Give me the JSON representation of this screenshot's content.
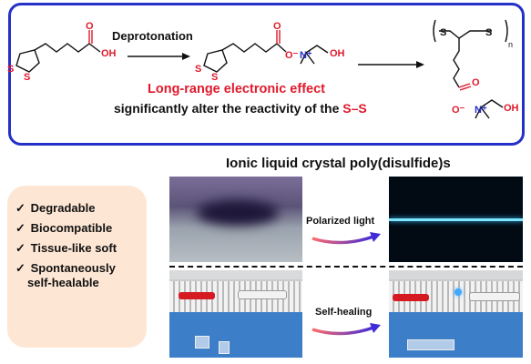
{
  "scheme": {
    "step_label": "Deprotonation",
    "effect_label": "Long-range electronic effect",
    "alter_text": "significantly alter the reactivity of the",
    "alter_bond": "S–S",
    "atoms": {
      "s1": "S",
      "s2": "S",
      "oh": "OH",
      "o": "O",
      "s3": "S",
      "s4": "S",
      "o_minus": "O⁻",
      "n_plus": "N⁺",
      "oh2": "OH",
      "ps1": "S",
      "ps2": "S",
      "n_sub": "n",
      "o2": "O",
      "o_minus2": "O⁻",
      "n_plus2": "N⁺",
      "oh3": "OH"
    }
  },
  "section_title": "Ionic liquid crystal poly(disulfide)s",
  "properties": [
    {
      "check": "✓",
      "label": "Degradable"
    },
    {
      "check": "✓",
      "label": "Biocompatible"
    },
    {
      "check": "✓",
      "label": "Tissue-like soft"
    },
    {
      "check": "✓",
      "label": "Spontaneously",
      "line2": "self-healable"
    }
  ],
  "transitions": {
    "polarized": "Polarized light",
    "healing": "Self-healing"
  },
  "colors": {
    "frame": "#2430c8",
    "accent_red": "#e0192c",
    "props_bg": "#fde6d4"
  }
}
